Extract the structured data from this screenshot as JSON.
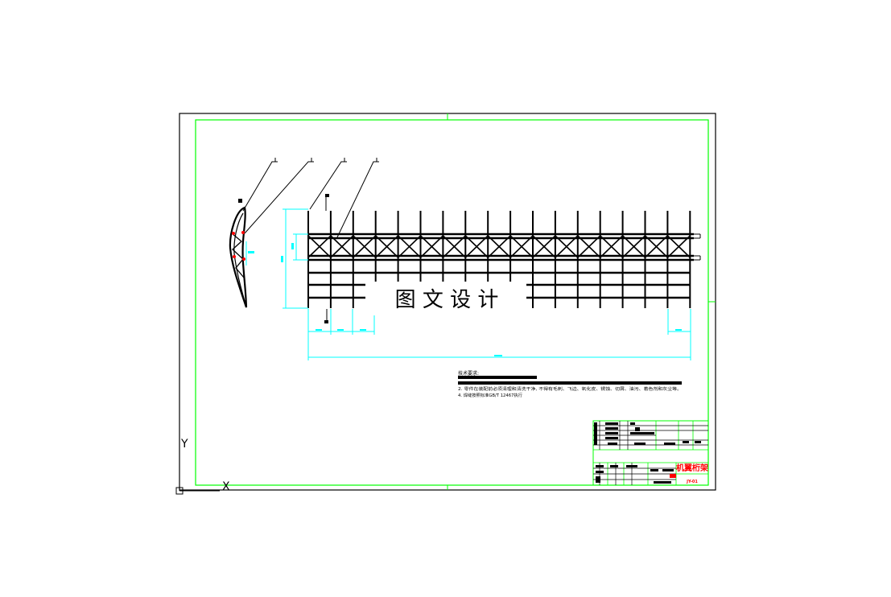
{
  "watermark": {
    "text": "图 文 设 计"
  },
  "notes": {
    "heading": "技术要求:",
    "line1": "2. 零件在装配前必须清理和清洗干净, 不得有毛刺、飞边、氧化皮、锈蚀、切屑、油污、着色剂和灰尘等。",
    "line2": "4. 焊缝按照标准GB/T 12467执行"
  },
  "title_block": {
    "drawing_name": "机翼桁架",
    "drawing_number": "JY-01"
  },
  "ucs": {
    "y_label": "Y",
    "x_label": "X"
  },
  "colors": {
    "frame": "#000000",
    "border": "#00ff00",
    "dimension": "#00ffff",
    "marker": "#ff0000"
  }
}
